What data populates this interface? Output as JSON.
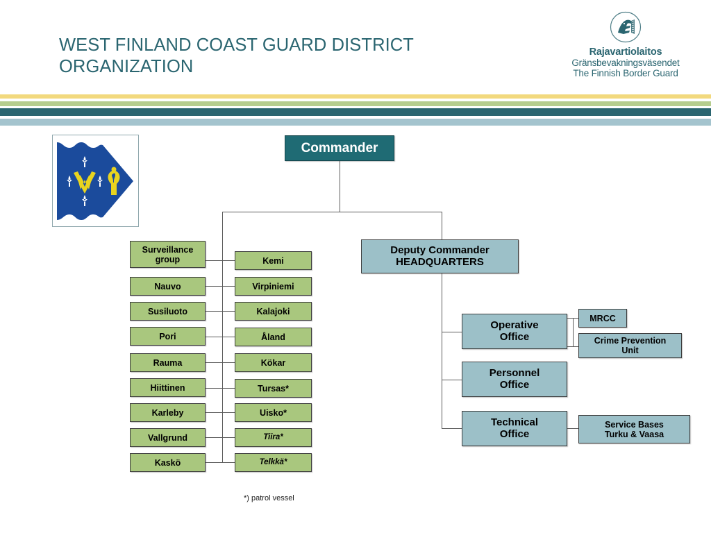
{
  "slide": {
    "title": "WEST FINLAND COAST GUARD DISTRICT ORGANIZATION",
    "footnote": "*) patrol vessel"
  },
  "brand": {
    "emblem_icon": "border-guard-crest-icon",
    "name_fi": "Rajavartiolaitos",
    "name_sv": "Gränsbevakningsväsendet",
    "name_en": "The Finnish Border Guard"
  },
  "flag": {
    "icon": "coast-guard-pennant-flag",
    "field_color": "#1b4b9c",
    "monogram_color": "#e8d41f",
    "fleur_color": "#ffffff"
  },
  "colors": {
    "title_teal": "#2a6570",
    "command_box": "#1f6b74",
    "unit_box": "#a9c77e",
    "office_box": "#9cc0c8",
    "stripe_yellow": "#f2d97e",
    "stripe_green": "#b6cd8e",
    "stripe_teal": "#2a6570",
    "stripe_light_blue": "#a4c4ce",
    "connector": "#5a5a5a"
  },
  "chart_data": {
    "type": "diagram",
    "title": "WEST FINLAND COAST GUARD DISTRICT ORGANIZATION",
    "root": "Commander",
    "nodes": {
      "commander": {
        "label": "Commander",
        "style": "teal"
      },
      "deputy": {
        "label": "Deputy Commander HEADQUARTERS",
        "line1": "Deputy Commander",
        "line2": "HEADQUARTERS",
        "style": "blue"
      }
    },
    "stations_left": [
      {
        "line1": "Surveillance",
        "line2": "group"
      },
      {
        "line1": "Nauvo"
      },
      {
        "line1": "Susiluoto"
      },
      {
        "line1": "Pori"
      },
      {
        "line1": "Rauma"
      },
      {
        "line1": "Hiittinen"
      },
      {
        "line1": "Karleby"
      },
      {
        "line1": "Vallgrund"
      },
      {
        "line1": "Kaskö"
      }
    ],
    "stations_right": [
      {
        "line1": "Kemi",
        "italic": false
      },
      {
        "line1": "Virpiniemi",
        "italic": false
      },
      {
        "line1": "Kalajoki",
        "italic": false
      },
      {
        "line1": "Åland",
        "italic": false
      },
      {
        "line1": "Kökar",
        "italic": false
      },
      {
        "line1": "Tursas*",
        "italic": false
      },
      {
        "line1": "Uisko*",
        "italic": false
      },
      {
        "line1": "Tiira*",
        "italic": true
      },
      {
        "line1": "Telkkä*",
        "italic": true
      }
    ],
    "offices": [
      {
        "line1": "Operative",
        "line2": "Office",
        "children": [
          {
            "line1": "MRCC"
          },
          {
            "line1": "Crime Prevention",
            "line2": "Unit"
          }
        ]
      },
      {
        "line1": "Personnel",
        "line2": "Office",
        "children": []
      },
      {
        "line1": "Technical",
        "line2": "Office",
        "children": [
          {
            "line1": "Service Bases",
            "line2": "Turku & Vaasa"
          }
        ]
      }
    ]
  }
}
